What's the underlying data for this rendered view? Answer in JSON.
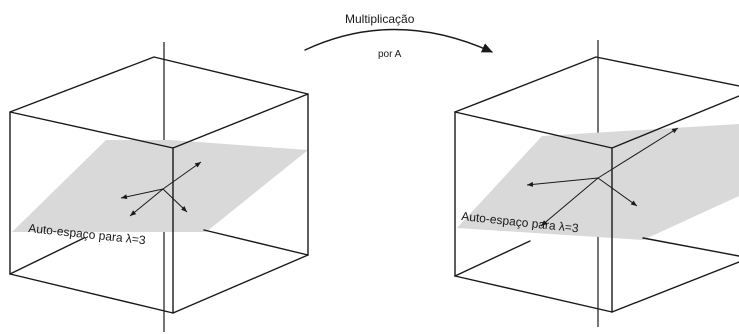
{
  "transform": {
    "label": "Multiplicação",
    "sublabel": "por A"
  },
  "left_panel": {
    "plane_label": "Auto-espaço para λ=3"
  },
  "right_panel": {
    "plane_label": "Auto-espaço para λ=3"
  },
  "colors": {
    "plane": "#d9d9d9",
    "lines": "#1a1a1a"
  }
}
